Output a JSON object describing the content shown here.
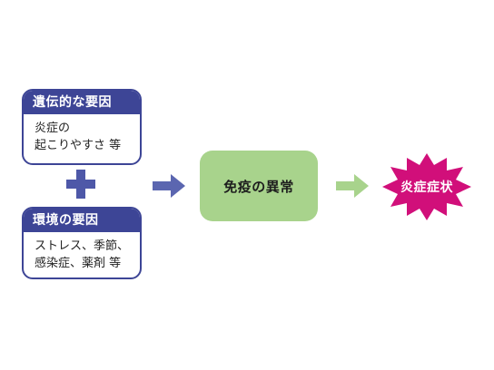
{
  "genetic": {
    "title": "遺伝的な要因",
    "lines": [
      "炎症の",
      "起こりやすさ 等"
    ]
  },
  "environment": {
    "title": "環境の要因",
    "lines": [
      "ストレス、季節、",
      "感染症、薬剤 等"
    ]
  },
  "immune": {
    "label": "免疫の異常"
  },
  "result": {
    "label": "炎症症状"
  },
  "colors": {
    "card_accent": "#3d4596",
    "plus": "#4e58a8",
    "arrow_left": "#5b66b0",
    "arrow_right": "#a8d38c",
    "immune_fill": "#a8d38c",
    "burst_fill": "#d10f7a"
  }
}
